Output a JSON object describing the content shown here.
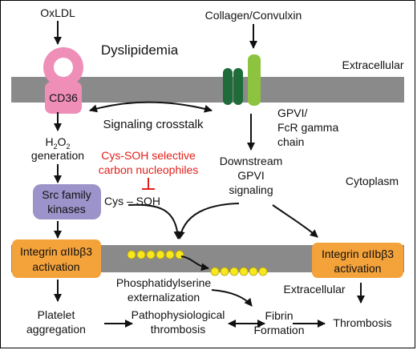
{
  "colors": {
    "membrane": "#8a8a8a",
    "cd36": "#ef8fb8",
    "gpvi_dark": "#1f6b3a",
    "gpvi_light": "#8cc43f",
    "src_kinase": "#9b93c9",
    "integrin": "#f4a23a",
    "lipid": "#f7e81e",
    "inhibitor_text": "#e0201b",
    "arrow": "#111111"
  },
  "labels": {
    "oxldl": "OxLDL",
    "collagen": "Collagen/Convulxin",
    "dyslipidemia": "Dyslipidemia",
    "extracellular_top": "Extracellular",
    "cd36": "CD36",
    "gpvi_line1": "GPVI/",
    "gpvi_line2": "FcR gamma",
    "gpvi_line3": "chain",
    "crosstalk": "Signaling crosstalk",
    "h2o2_h": "H",
    "h2o2_sub1": "2",
    "h2o2_o": "O",
    "h2o2_sub2": "2",
    "generation": "generation",
    "cys_soh_line1": "Cys-SOH selective",
    "cys_soh_line2": "carbon nucleophiles",
    "downstream_line1": "Downstream",
    "downstream_line2": "GPVI",
    "downstream_line3": "signaling",
    "cytoplasm": "Cytoplasm",
    "src_line1": "Src family",
    "src_line2": "kinases",
    "cys_soh": "Cys – SOH",
    "integrin_left_line1": "Integrin αIIbβ3",
    "integrin_left_line2": "activation",
    "integrin_right_line1": "Integrin αIIbβ3",
    "integrin_right_line2": "activation",
    "ps_line1": "Phosphatidylserine",
    "ps_line2": "externalization",
    "extracellular_right": "Extracellular",
    "platelet_line1": "Platelet",
    "platelet_line2": "aggregation",
    "patho_line1": "Pathophysiological",
    "patho_line2": "thrombosis",
    "fibrin_line1": "Fibrin",
    "fibrin_line2": "Formation",
    "thrombosis": "Thrombosis"
  }
}
